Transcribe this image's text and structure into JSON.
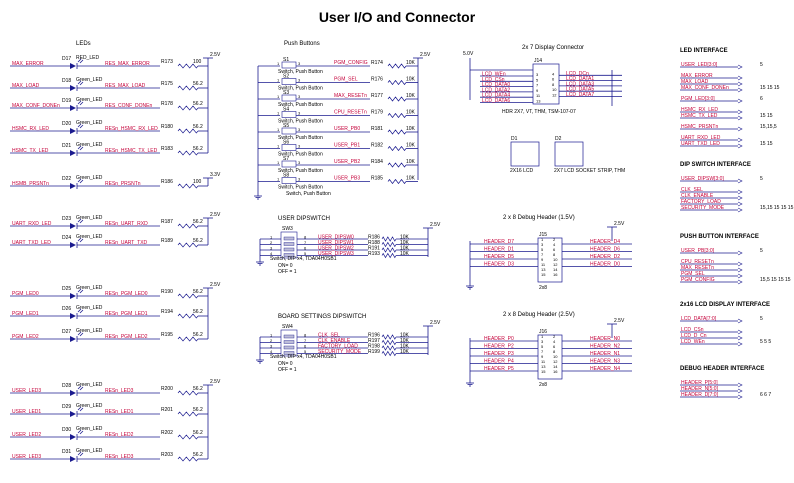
{
  "title": "User I/O and Connector",
  "colors": {
    "wire": "#1b1b8f",
    "net": "#c4003a",
    "part": "#7a0000"
  },
  "leds": {
    "heading": "LEDs",
    "rows": [
      {
        "net": "MAX_ERROR",
        "ref": "D17",
        "type": "RED_LED",
        "rnet": "RES_MAX_ERROR",
        "res": "R173",
        "val": "100",
        "supply": "2.5V"
      },
      {
        "net": "MAX_LOAD",
        "ref": "D18",
        "type": "Green_LED",
        "rnet": "RES_MAX_LOAD",
        "res": "R175",
        "val": "56.2",
        "supply": ""
      },
      {
        "net": "MAX_CONF_DONEn",
        "ref": "D19",
        "type": "Green_LED",
        "rnet": "RES_CONF_DONEn",
        "res": "R178",
        "val": "56.2",
        "supply": ""
      },
      {
        "net": "HSMC_RX_LED",
        "ref": "D20",
        "type": "Green_LED",
        "rnet": "RESn_HSMC_RX_LED",
        "res": "R180",
        "val": "56.2",
        "supply": ""
      },
      {
        "net": "HSMC_TX_LED",
        "ref": "D21",
        "type": "Green_LED",
        "rnet": "RESn_HSMC_TX_LED",
        "res": "R183",
        "val": "56.2",
        "supply": ""
      },
      {
        "net": "HSMB_PRSNTn",
        "ref": "D22",
        "type": "Green_LED",
        "rnet": "RESn_PRSNTn",
        "res": "R186",
        "val": "100",
        "supply": "3.3V"
      },
      {
        "net": "UART_RXD_LED",
        "ref": "D23",
        "type": "Green_LED",
        "rnet": "RESn_UART_RXD",
        "res": "R187",
        "val": "56.2",
        "supply": "2.5V"
      },
      {
        "net": "UART_TXD_LED",
        "ref": "D24",
        "type": "Green_LED",
        "rnet": "RESn_UART_TXD",
        "res": "R189",
        "val": "56.2",
        "supply": ""
      },
      {
        "net": "PGM_LED0",
        "ref": "D25",
        "type": "Green_LED",
        "rnet": "RESn_PGM_LED0",
        "res": "R190",
        "val": "56.2",
        "supply": "2.5V"
      },
      {
        "net": "PGM_LED1",
        "ref": "D26",
        "type": "Green_LED",
        "rnet": "RESn_PGM_LED1",
        "res": "R194",
        "val": "56.2",
        "supply": ""
      },
      {
        "net": "PGM_LED2",
        "ref": "D27",
        "type": "Green_LED",
        "rnet": "RESn_PGM_LED2",
        "res": "R195",
        "val": "56.2",
        "supply": ""
      },
      {
        "net": "USER_LED3",
        "ref": "D28",
        "type": "Green_LED",
        "rnet": "RESn_LED3",
        "res": "R200",
        "val": "56.2",
        "supply": "2.5V"
      },
      {
        "net": "USER_LED1",
        "ref": "D29",
        "type": "Green_LED",
        "rnet": "RESn_LED1",
        "res": "R201",
        "val": "56.2",
        "supply": ""
      },
      {
        "net": "USER_LED2",
        "ref": "D30",
        "type": "Green_LED",
        "rnet": "RESn_LED2",
        "res": "R202",
        "val": "56.2",
        "supply": ""
      },
      {
        "net": "USER_LED3",
        "ref": "D31",
        "type": "Green_LED",
        "rnet": "RESn_LED3",
        "res": "R203",
        "val": "56.2",
        "supply": ""
      }
    ]
  },
  "buttons": {
    "heading": "Push Buttons",
    "supply": "2.5V",
    "rows": [
      {
        "ref": "S1",
        "net": "PGM_CONFIG",
        "res": "R174",
        "val": "10K",
        "part": "Switch, Push Button"
      },
      {
        "ref": "S2",
        "net": "PGM_SEL",
        "res": "R176",
        "val": "10K",
        "part": "Switch, Push Button"
      },
      {
        "ref": "S3",
        "net": "MAX_RESETn",
        "res": "R177",
        "val": "10K",
        "part": "Switch, Push Button"
      },
      {
        "ref": "S4",
        "net": "CPU_RESETn",
        "res": "R179",
        "val": "10K",
        "part": "Switch, Push Button"
      },
      {
        "ref": "S5",
        "net": "USER_PB0",
        "res": "R181",
        "val": "10K",
        "part": "Switch, Push Button"
      },
      {
        "ref": "S6",
        "net": "USER_PB1",
        "res": "R182",
        "val": "10K",
        "part": "Switch, Push Button"
      },
      {
        "ref": "S7",
        "net": "USER_PB2",
        "res": "R184",
        "val": "10K",
        "part": "Switch, Push Button"
      },
      {
        "ref": "S8",
        "net": "USER_PB3",
        "res": "R185",
        "val": "10K",
        "part": "Switch, Push Button"
      }
    ],
    "caption": "Switch, Push Button"
  },
  "dips": [
    {
      "heading": "USER DIPSWITCH",
      "ref": "SW3",
      "supply": "2.5V",
      "nets": [
        "USER_DIPSW0",
        "USER_DIPSW1",
        "USER_DIPSW2",
        "USER_DIPSW3"
      ],
      "res": [
        "R186",
        "R188",
        "R191",
        "R193"
      ],
      "val": "10K",
      "part": "Switch, DIP x4, TDA04H0SB1",
      "on": "ON= 0",
      "off": "OFF = 1"
    },
    {
      "heading": "BOARD SETTINGS DIPSWITCH",
      "ref": "SW4",
      "supply": "2.5V",
      "nets": [
        "CLK_SEL",
        "CLK_ENABLE",
        "FACTORY_LOAD",
        "SECURITY_MODE"
      ],
      "res": [
        "R196",
        "R197",
        "R198",
        "R199"
      ],
      "val": "10K",
      "part": "Switch, DIP x4, TDA04H0SB1",
      "on": "ON= 0",
      "off": "OFF = 1"
    }
  ],
  "display": {
    "heading": "2x 7 Display Connector",
    "ref": "J14",
    "supply": "5.0V",
    "left": [
      "LCD_WEn",
      "LCD_CSn",
      "LCD_DATA0",
      "LCD_DATA2",
      "LCD_DATA4",
      "LCD_DATA6"
    ],
    "right": [
      "LCD_DCn",
      "LCD_DATA1",
      "LCD_DATA3",
      "LCD_DATA5",
      "LCD_DATA7"
    ],
    "part": "HDR 2X7, VT, THM, TSM-107-07",
    "boxes": [
      {
        "ref": "D1",
        "label": "2X16 LCD"
      },
      {
        "ref": "D2",
        "label": "2X7 LCD SOCKET STRIP, THM"
      }
    ]
  },
  "debug": [
    {
      "heading": "2 x 8 Debug Header (1.5V)",
      "ref": "J15",
      "supply": "2.5V",
      "part": "2x8",
      "left": [
        "HEADER_D7",
        "HEADER_D1",
        "HEADER_D5",
        "HEADER_D3"
      ],
      "right": [
        "HEADER_D4",
        "HEADER_D6",
        "HEADER_D2",
        "HEADER_D0"
      ]
    },
    {
      "heading": "2 x 8 Debug Header (2.5V)",
      "ref": "J16",
      "supply": "2.5V",
      "part": "2x8",
      "left": [
        "HEADER_P0",
        "HEADER_P2",
        "HEADER_P3",
        "HEADER_P4",
        "HEADER_P5"
      ],
      "right": [
        "HEADER_N0",
        "HEADER_N2",
        "HEADER_N1",
        "HEADER_N3",
        "HEADER_N4"
      ]
    }
  ],
  "interfaces": [
    {
      "title": "LED INTERFACE",
      "groups": [
        {
          "nets": [
            "USER_LED[3:0]"
          ],
          "pins": "5"
        },
        {
          "nets": [
            "MAX_ERROR",
            "MAX_LOAD",
            "MAX_CONF_DONEn"
          ],
          "pins": "15 15 15"
        },
        {
          "nets": [
            "PGM_LED[3:0]"
          ],
          "pins": "6"
        },
        {
          "nets": [
            "HSMC_RX_LED",
            "HSMC_TX_LED"
          ],
          "pins": "15 15"
        },
        {
          "nets": [
            "HSMC_PRSNTn"
          ],
          "pins": "15,15,5"
        },
        {
          "nets": [
            "UART_RXD_LED",
            "UART_TXD_LED"
          ],
          "pins": "15 15"
        }
      ]
    },
    {
      "title": "DIP SWITCH INTERFACE",
      "groups": [
        {
          "nets": [
            "USER_DIPSW[3:0]"
          ],
          "pins": "5"
        },
        {
          "nets": [
            "CLK_SEL",
            "CLK_ENABLE",
            "FACTORY_LOAD",
            "SECURITY_MODE"
          ],
          "pins": "15,15 15 15 15"
        }
      ]
    },
    {
      "title": "PUSH BUTTON INTERFACE",
      "groups": [
        {
          "nets": [
            "USER_PB[3:0]"
          ],
          "pins": "5"
        },
        {
          "nets": [
            "CPU_RESETn",
            "MAX_RESETn",
            "PGM_SEL",
            "PGM_CONFIG"
          ],
          "pins": "15,5 15 15 15"
        }
      ]
    },
    {
      "title": "2x16 LCD DISPLAY INTERFACE",
      "groups": [
        {
          "nets": [
            "LCD_DATA[7:0]"
          ],
          "pins": "5"
        },
        {
          "nets": [
            "LCD_CSn",
            "LCD_D_Cn",
            "LCD_WEn"
          ],
          "pins": "5 5 5"
        }
      ]
    },
    {
      "title": "DEBUG HEADER INTERFACE",
      "groups": [
        {
          "nets": [
            "HEADER_P[5:0]",
            "HEADER_N[5:0]",
            "HEADER_D[7:0]"
          ],
          "pins": "6 6 7"
        }
      ]
    }
  ]
}
